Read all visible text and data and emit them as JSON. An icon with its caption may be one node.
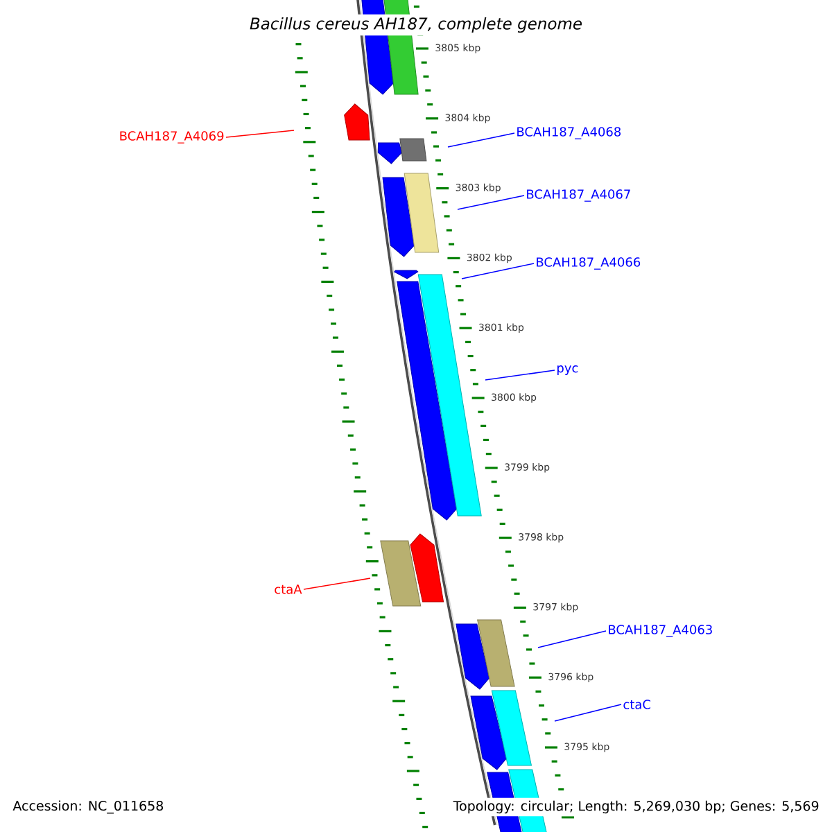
{
  "diagram": {
    "title": "Bacillus cereus AH187, complete genome",
    "nodes": [
      {
        "text": [
          "BCAH187_A4069"
        ]
      },
      {
        "text": [
          "BCAH187_A4068"
        ]
      },
      {
        "text": [
          "BCAH187_A4067"
        ]
      },
      {
        "text": [
          "BCAH187_A4066"
        ]
      },
      {
        "text": [
          "pyc"
        ]
      },
      {
        "text": [
          "ctaA"
        ]
      },
      {
        "text": [
          "BCAH187_A4063"
        ]
      },
      {
        "text": [
          "ctaC"
        ]
      }
    ],
    "edges": [
      {
        "from": 0,
        "to": null,
        "arrow": "none",
        "color": "#ff0000"
      },
      {
        "from": 1,
        "to": null,
        "arrow": "none"
      },
      {
        "from": 2,
        "to": null,
        "arrow": "none"
      },
      {
        "from": 3,
        "to": null,
        "arrow": "none"
      },
      {
        "from": 4,
        "to": null,
        "arrow": "none"
      },
      {
        "from": 5,
        "to": null,
        "arrow": "none",
        "color": "#ff0000"
      },
      {
        "from": 6,
        "to": null,
        "arrow": "none"
      },
      {
        "from": 7,
        "to": null,
        "arrow": "none"
      }
    ],
    "labels": [
      "3805 kbp",
      "3804 kbp",
      "3803 kbp",
      "3802 kbp",
      "3801 kbp",
      "3800 kbp",
      "3799 kbp",
      "3798 kbp",
      "3797 kbp",
      "3796 kbp",
      "3795 kbp",
      "Accession: NC_011658",
      "Topology: circular; Length: 5,269,030 bp; Genes: 5,569"
    ]
  }
}
